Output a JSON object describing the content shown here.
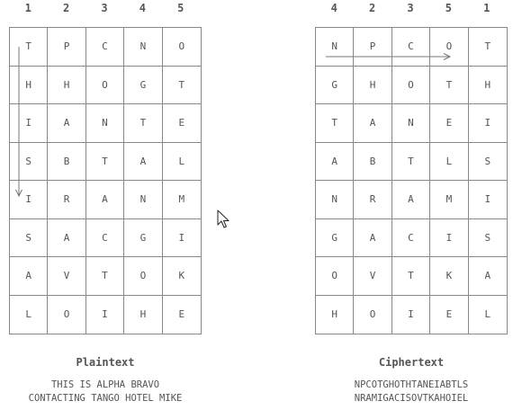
{
  "plaintext_panel": {
    "column_headers": [
      "1",
      "2",
      "3",
      "4",
      "5"
    ],
    "rows": [
      [
        "T",
        "P",
        "C",
        "N",
        "O"
      ],
      [
        "H",
        "H",
        "O",
        "G",
        "T"
      ],
      [
        "I",
        "A",
        "N",
        "T",
        "E"
      ],
      [
        "S",
        "B",
        "T",
        "A",
        "L"
      ],
      [
        "I",
        "R",
        "A",
        "N",
        "M"
      ],
      [
        "S",
        "A",
        "C",
        "G",
        "I"
      ],
      [
        "A",
        "V",
        "T",
        "O",
        "K"
      ],
      [
        "L",
        "O",
        "I",
        "H",
        "E"
      ]
    ],
    "title": "Plaintext",
    "lines": [
      "THIS IS ALPHA BRAVO",
      "CONTACTING TANGO HOTEL MIKE"
    ]
  },
  "ciphertext_panel": {
    "column_headers": [
      "4",
      "2",
      "3",
      "5",
      "1"
    ],
    "rows": [
      [
        "N",
        "P",
        "C",
        "O",
        "T"
      ],
      [
        "G",
        "H",
        "O",
        "T",
        "H"
      ],
      [
        "T",
        "A",
        "N",
        "E",
        "I"
      ],
      [
        "A",
        "B",
        "T",
        "L",
        "S"
      ],
      [
        "N",
        "R",
        "A",
        "M",
        "I"
      ],
      [
        "G",
        "A",
        "C",
        "I",
        "S"
      ],
      [
        "O",
        "V",
        "T",
        "K",
        "A"
      ],
      [
        "H",
        "O",
        "I",
        "E",
        "L"
      ]
    ],
    "title": "Ciphertext",
    "lines": [
      "NPCOTGHOTHTANEIABTLS",
      "NRAMIGACISOVTKAHOIEL"
    ]
  },
  "icons": {
    "cursor": "mouse-pointer-icon",
    "read_direction_vertical": "arrow-down-icon",
    "read_direction_horizontal": "arrow-right-icon"
  }
}
